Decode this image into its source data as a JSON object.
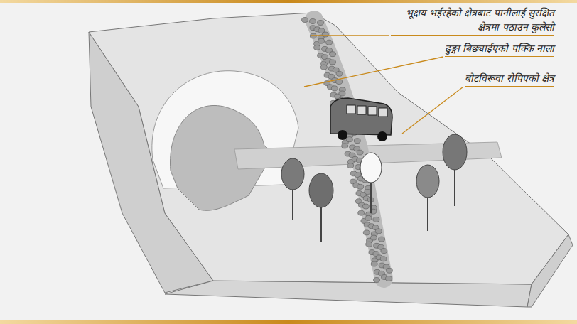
{
  "diagram": {
    "labels": [
      "भूक्षय भईरहेको क्षेत्रबाट पानीलाई सुरक्षित क्षेत्रमा पठाउन कुलेसो",
      "ढुङ्गा बिछ्याईएको पक्कि नाला",
      "बोटविरूवा रोपिएको क्षेत्र"
    ]
  }
}
